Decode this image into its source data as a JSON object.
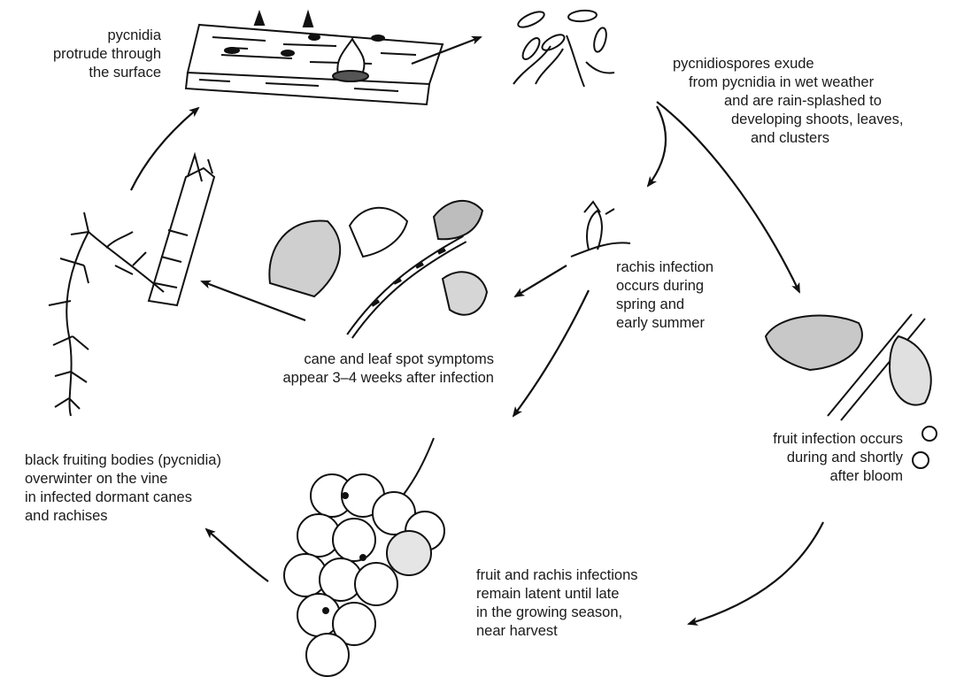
{
  "labels": {
    "pycnidia_protrude": [
      "pycnidia",
      "protrude through",
      "the surface"
    ],
    "spores_exude": [
      "pycnidiospores exude",
      "from pycnidia in wet weather",
      "and are rain-splashed to",
      "developing shoots, leaves,",
      "and clusters"
    ],
    "rachis_infection": [
      "rachis infection",
      "occurs during",
      "spring and",
      "early summer"
    ],
    "cane_leaf_symptoms": [
      "cane and leaf spot symptoms",
      "appear 3–4 weeks after infection"
    ],
    "fruit_infection": [
      "fruit infection occurs",
      "during and shortly",
      "after bloom"
    ],
    "overwinter": [
      "black fruiting bodies (pycnidia)",
      "overwinter on the vine",
      "in infected dormant canes",
      "and rachises"
    ],
    "latent": [
      "fruit and rachis infections",
      "remain latent until late",
      "in the growing season,",
      "near harvest"
    ]
  }
}
